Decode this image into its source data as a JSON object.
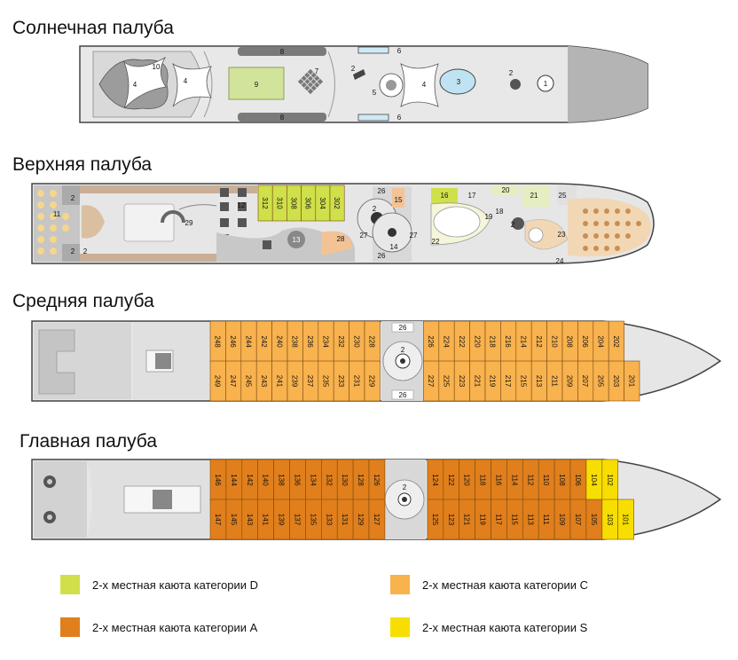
{
  "decks": {
    "sun": {
      "title": "Солнечная палуба"
    },
    "upper": {
      "title": "Верхняя палуба"
    },
    "middle": {
      "title": "Средняя палуба"
    },
    "main": {
      "title": "Главная палуба"
    }
  },
  "colors": {
    "cat_D": "#cfe04a",
    "cat_C": "#f8b24e",
    "cat_A": "#e07f1c",
    "cat_S": "#f7de00",
    "hull": "#e8e8e8",
    "deck_inner": "#d2d2d2"
  },
  "sun_labels": [
    "10",
    "4",
    "4",
    "9",
    "8",
    "8",
    "7",
    "6",
    "6",
    "2",
    "5",
    "4",
    "3",
    "2",
    "1"
  ],
  "upper_labels": [
    "2",
    "11",
    "2",
    "29",
    "12",
    "13",
    "28",
    "2",
    "27",
    "26",
    "15",
    "14",
    "27",
    "26",
    "16",
    "17",
    "20",
    "21",
    "25",
    "22",
    "19",
    "18",
    "2",
    "23",
    "24",
    "2"
  ],
  "upper_cabins": [
    "312",
    "310",
    "308",
    "306",
    "304",
    "302"
  ],
  "middle_top": [
    "248",
    "246",
    "244",
    "242",
    "240",
    "238",
    "236",
    "234",
    "232",
    "230",
    "228",
    "226",
    "224",
    "222",
    "220",
    "218",
    "216",
    "214",
    "212",
    "210",
    "208",
    "206",
    "204",
    "202"
  ],
  "middle_bottom": [
    "249",
    "247",
    "245",
    "243",
    "241",
    "239",
    "237",
    "235",
    "233",
    "231",
    "229",
    "227",
    "225",
    "223",
    "221",
    "219",
    "217",
    "215",
    "213",
    "211",
    "209",
    "207",
    "205",
    "203",
    "201"
  ],
  "middle_labels": [
    "26",
    "2",
    "26"
  ],
  "main_top": [
    "146",
    "144",
    "142",
    "140",
    "138",
    "136",
    "134",
    "132",
    "130",
    "128",
    "126",
    "124",
    "122",
    "120",
    "118",
    "116",
    "114",
    "112",
    "110",
    "108",
    "106",
    "104",
    "102"
  ],
  "main_bottom": [
    "147",
    "145",
    "143",
    "141",
    "139",
    "137",
    "135",
    "133",
    "131",
    "129",
    "127",
    "125",
    "123",
    "121",
    "119",
    "117",
    "115",
    "113",
    "111",
    "109",
    "107",
    "105",
    "103",
    "101"
  ],
  "main_labels": [
    "2"
  ],
  "legend": {
    "d": "2-х местная каюта категории D",
    "c": "2-х местная каюта категории C",
    "a": "2-х местная каюта категории A",
    "s": "2-х местная каюта категории S"
  }
}
